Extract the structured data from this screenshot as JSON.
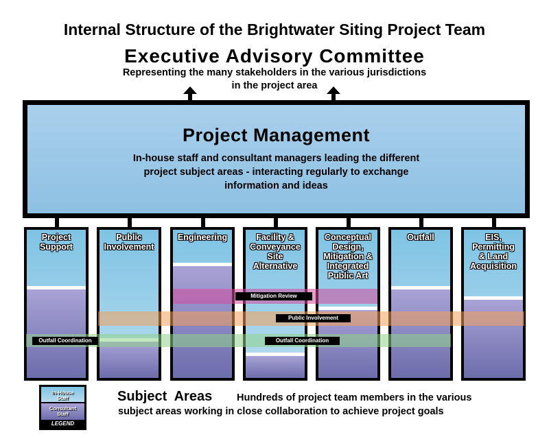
{
  "title": "Internal Structure of the Brightwater Siting Project Team",
  "executive": {
    "title": "Executive Advisory Committee",
    "subtitle_line1": "Representing the many stakeholders in the various jurisdictions",
    "subtitle_line2": "in the project area"
  },
  "project_management": {
    "title": "Project Management",
    "line1": "In-house staff and consultant managers leading the different",
    "line2": "project subject areas - interacting regularly to exchange",
    "line3": "information and ideas"
  },
  "columns": [
    {
      "label": "Project\nSupport",
      "inhouse_fraction": 0.38
    },
    {
      "label": "Public\nInvolvement",
      "inhouse_fraction": 0.73
    },
    {
      "label": "Engineering",
      "inhouse_fraction": 0.22
    },
    {
      "label": "Facility &\nConveyance\nSite\nAlternative",
      "inhouse_fraction": 0.83
    },
    {
      "label": "Conceptual\nDesign,\nMitigation &\nIntegrated\nPublic Art",
      "inhouse_fraction": 0.52
    },
    {
      "label": "Outfall",
      "inhouse_fraction": 0.38
    },
    {
      "label": "EIS,\nPermitting\n& Land\nAcquisition",
      "inhouse_fraction": 0.45
    }
  ],
  "bands": {
    "mitigation": "Mitigation Review",
    "public": "Public Involvement",
    "outfall_left": "Outfall Coordination",
    "outfall_right": "Outfall Coordination"
  },
  "band_colors": {
    "mitigation": "#d44a9a",
    "public": "#f4a05a",
    "outfall": "#90d48a"
  },
  "legend": {
    "inhouse": "In-House\nStaff",
    "consultant": "Consultant\nStaff",
    "label": "LEGEND"
  },
  "subject_areas": {
    "title": "Subject  Areas",
    "desc_line1": "Hundreds of project team members in the various",
    "desc_line2": "subject areas working in close collaboration to achieve project goals"
  }
}
